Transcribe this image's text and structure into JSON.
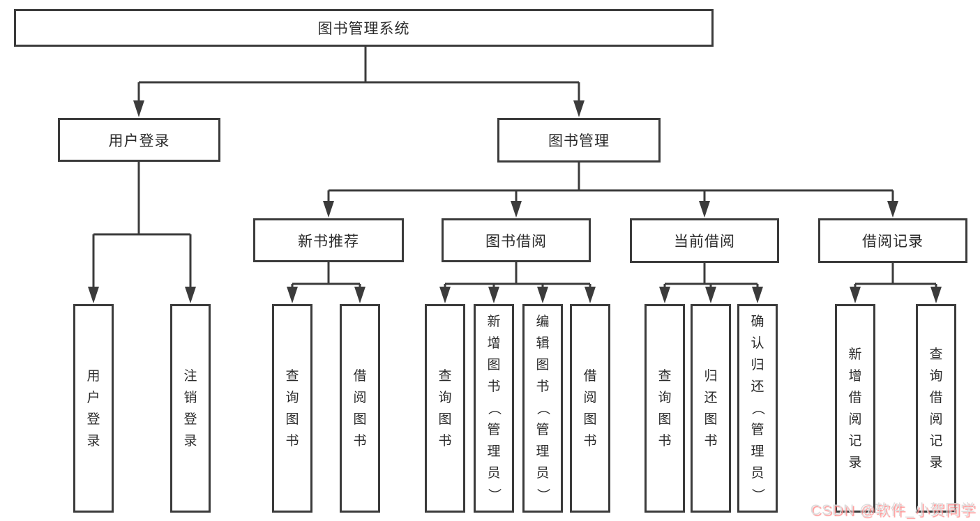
{
  "colors": {
    "line": "#3b3b3b",
    "box_border": "#3b3b3b",
    "text": "#2b2b2b",
    "background": "#ffffff",
    "watermark_text": "#dcdcdc",
    "watermark_shadow": "#ff8d8d"
  },
  "nodes": {
    "root": "图书管理系统",
    "user_login": "用户登录",
    "book_mgmt": "图书管理",
    "new_books": "新书推荐",
    "book_borrow": "图书借阅",
    "current_borrow": "当前借阅",
    "borrow_records": "借阅记录",
    "leaf_user_login": "用户登录",
    "leaf_logout": "注销登录",
    "leaf_nb_query_books": "查询图书",
    "leaf_nb_borrow_books": "借阅图书",
    "leaf_bb_query_books": "查询图书",
    "leaf_bb_add_books": "新增图书（管理员）",
    "leaf_bb_edit_books": "编辑图书（管理员）",
    "leaf_bb_borrow_books": "借阅图书",
    "leaf_cb_query_books": "查询图书",
    "leaf_cb_return_books": "归还图书",
    "leaf_cb_confirm_return": "确认归还（管理员）",
    "leaf_br_add_record": "新增借阅记录",
    "leaf_br_query_record": "查询借阅记录"
  },
  "watermark": "CSDN @软件_小贺同学"
}
